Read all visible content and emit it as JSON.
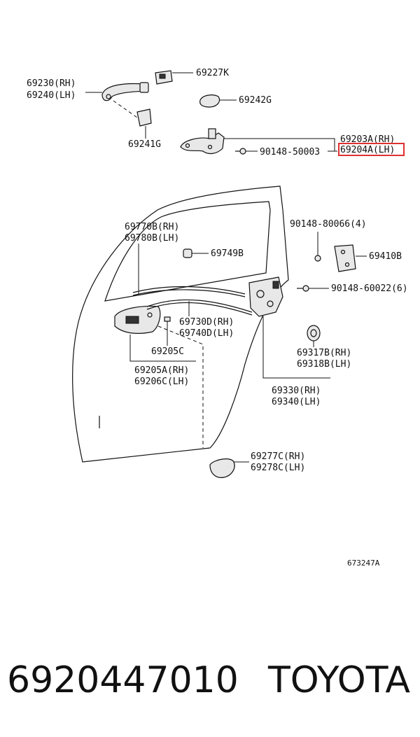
{
  "labels": {
    "p69230": "69230(RH)",
    "p69240": "69240(LH)",
    "p69227K": "69227K",
    "p69242G": "69242G",
    "p69241G": "69241G",
    "p69203A": "69203A(RH)",
    "p69204A": "69204A(LH)",
    "p90148_50003": "90148-50003",
    "p90148_80066": "90148-80066(4)",
    "p69410B": "69410B",
    "p90148_60022": "90148-60022(6)",
    "p69770B": "69770B(RH)",
    "p69780B": "69780B(LH)",
    "p69749B": "69749B",
    "p69730D": "69730D(RH)",
    "p69740D": "69740D(LH)",
    "p69205C": "69205C",
    "p69205A": "69205A(RH)",
    "p69206C": "69206C(LH)",
    "p69317B": "69317B(RH)",
    "p69318B": "69318B(LH)",
    "p69330": "69330(RH)",
    "p69340": "69340(LH)",
    "p69277C": "69277C(RH)",
    "p69278C": "69278C(LH)",
    "diagram_id": "673247A"
  },
  "highlight_color": "#e03030",
  "footer": {
    "part_number": "6920447010",
    "brand": "TOYOTA"
  }
}
